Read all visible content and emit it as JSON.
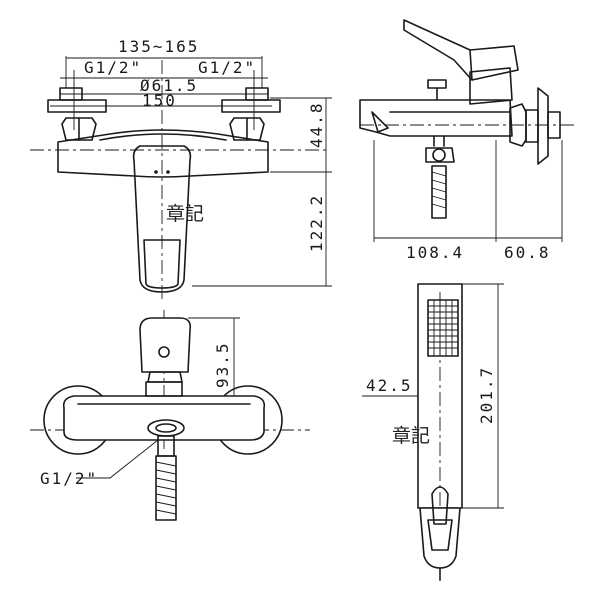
{
  "views": {
    "front": {
      "dim_spacing": "135~165",
      "dim_thread_left": "G1/2\"",
      "dim_thread_right": "G1/2\"",
      "dim_diameter": "Ø61.5",
      "dim_width": "150",
      "dim_height_top": "44.8",
      "dim_height_lever": "122.2"
    },
    "side": {
      "dim_depth": "108.4",
      "dim_wall": "60.8"
    },
    "top": {
      "dim_height": "93.5",
      "dim_thread": "G1/2\""
    },
    "shower": {
      "dim_width": "42.5",
      "dim_length": "201.7"
    }
  },
  "watermark": "章記"
}
